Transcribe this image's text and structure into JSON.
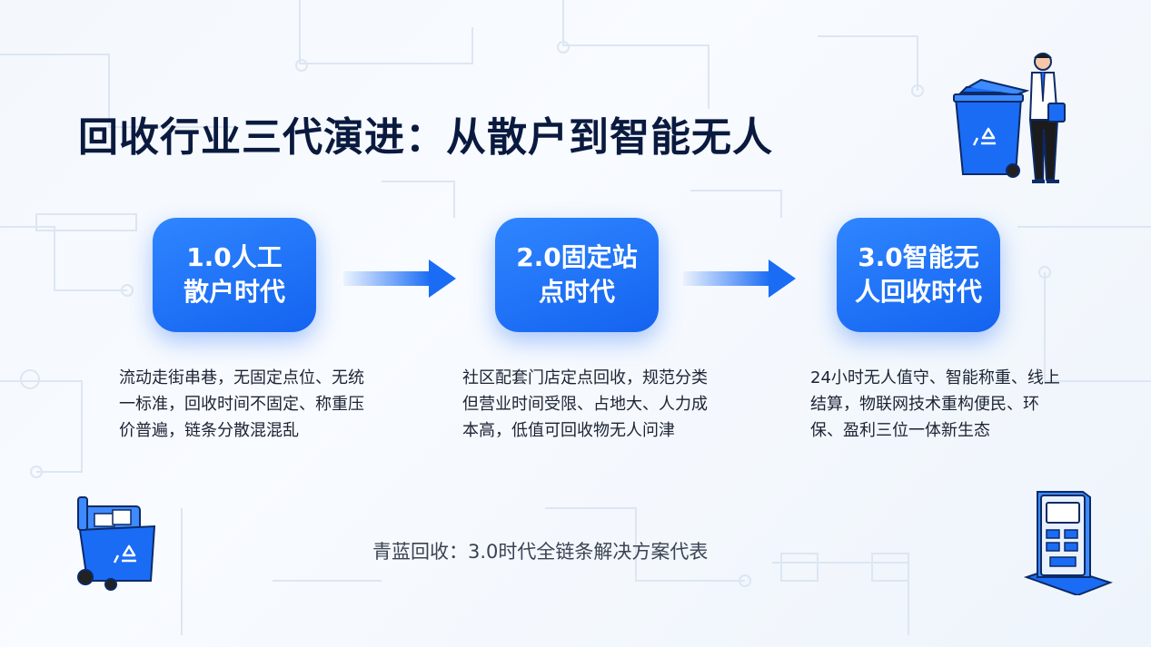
{
  "title": "回收行业三代演进：从散户到智能无人",
  "stages": [
    {
      "line1": "1.0人工",
      "line2": "散户时代",
      "description": "流动走街串巷，无固定点位、无统一标准，回收时间不固定、称重压价普遍，链条分散混混乱"
    },
    {
      "line1": "2.0固定站",
      "line2": "点时代",
      "description": "社区配套门店定点回收，规范分类但营业时间受限、占地大、人力成本高，低值可回收物无人问津"
    },
    {
      "line1": "3.0智能无",
      "line2": "人回收时代",
      "description": "24小时无人值守、智能称重、线上结算，物联网技术重构便民、环保、盈利三位一体新生态"
    }
  ],
  "footer": "青蓝回收：3.0时代全链条解决方案代表",
  "colors": {
    "accent": "#1a6cf5",
    "title": "#0a1a3f",
    "text": "#1c2333"
  },
  "icons": [
    "recycle-bin-icon",
    "person-icon",
    "recycle-cart-icon",
    "recycling-machine-icon",
    "arrow-right-icon"
  ]
}
